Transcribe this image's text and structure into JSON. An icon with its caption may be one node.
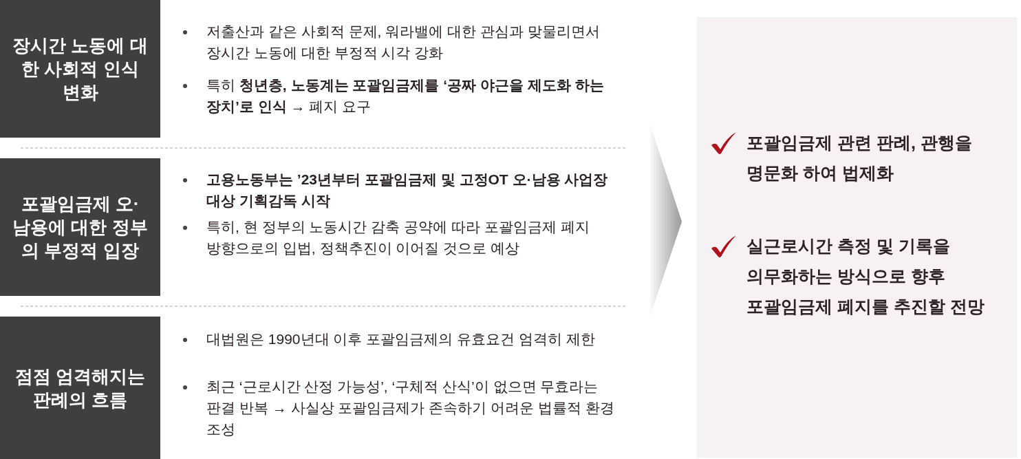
{
  "diagram": {
    "nodes": [
      {
        "text": [
          "장시간 노동에 대한 사회적 인식 변화"
        ],
        "beside": [
          "저출산과 같은 사회적 문제, 워라밸에 대한 관심과 맞물리면서 장시간 노동에 대한 부정적 시각 강화",
          "특히 **청년층, 노동계는 포괄임금제를 ‘공짜 야근을 제도화 하는 장치’로 인식** → 폐지 요구"
        ]
      },
      {
        "text": [
          "포괄임금제 오·남용에 대한 정부의 부정적 입장"
        ],
        "beside": [
          "**고용노동부는 ’23년부터 포괄임금제 및 고정OT 오·남용 사업장 대상 기획감독 시작**",
          "특히, 현 정부의 노동시간 감축 공약에 따라 포괄임금제 폐지 방향으로의 입법, 정책추진이 이어질 것으로 예상"
        ]
      },
      {
        "text": [
          "점점 엄격해지는 판례의 흐름"
        ],
        "beside": [
          "대법원은 1990년대 이후 포괄임금제의 유효요건 엄격히 제한",
          "최근 ‘근로시간 산정 가능성’, ‘구체적 산식’이 없으면 무효라는 판결 반복 → 사실상 포괄임금제가 존속하기 어려운 법률적 환경 조성"
        ]
      },
      {
        "text": [
          "포괄임금제 관련 판례, 관행을 명문화 하여 법제화",
          "실근로시간 측정 및 기록을 의무화하는 방식으로 향후 포괄임금제 폐지를 추진할 전망"
        ]
      }
    ],
    "edges": [
      {
        "from": null,
        "to": 3,
        "arrow": "to"
      }
    ]
  }
}
